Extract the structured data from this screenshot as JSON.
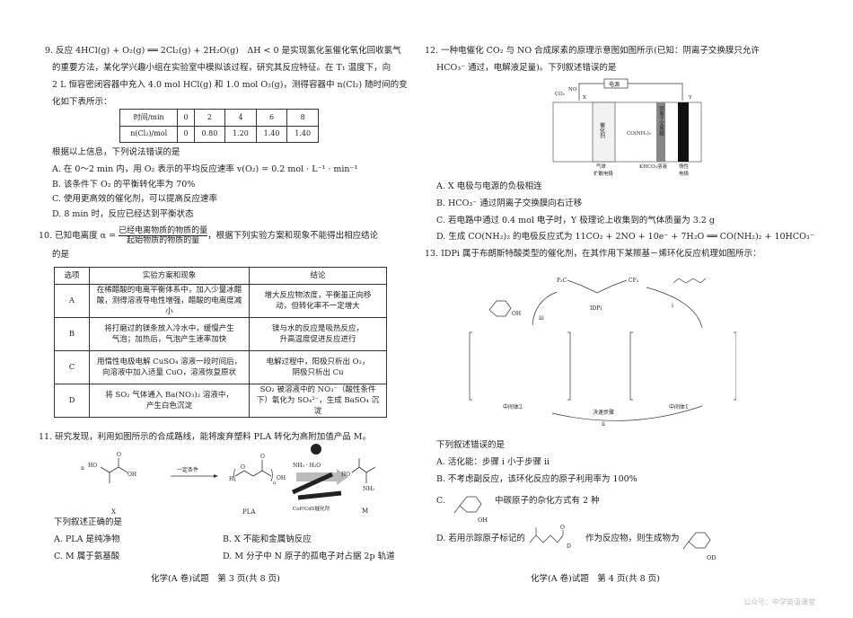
{
  "q9": {
    "lines": [
      "9. 反应 4HCl(g) + O₂(g) ══ 2Cl₂(g) + 2H₂O(g)　ΔH < 0 是实现氯化氢催化氧化回收氯气",
      "的重要方法，某化学兴趣小组在实验室中模拟该过程，研究其反应特征。在 T₁ 温度下，向",
      "2 L 恒容密闭容器中充入 4.0 mol HCl(g) 和 1.0 mol O₂(g)，测得容器中 n(Cl₂) 随时间的变",
      "化如下表所示："
    ],
    "table": {
      "row1": [
        "时间/min",
        "0",
        "2",
        "4",
        "6",
        "8"
      ],
      "row2": [
        "n(Cl₂)/mol",
        "0",
        "0.80",
        "1.20",
        "1.40",
        "1.40"
      ]
    },
    "stem": "根据以上信息，下列说法错误的是",
    "options": [
      "A. 在 0～2 min 内，用 O₂ 表示的平均反应速率 v(O₂) = 0.2 mol · L⁻¹ · min⁻¹",
      "B. 该条件下 O₂ 的平衡转化率为 70%",
      "C. 使用更高效的催化剂，可以提高反应速率",
      "D. 8 min 时，反应已经达到平衡状态"
    ]
  },
  "q10": {
    "prefix": "10. 已知电离度 α =",
    "num": "已经电离物质的物质的量",
    "den": "起始物质的物质的量",
    "suffix": "，根据下列实验方案和现象不能得出相应结论",
    "line2": "的是",
    "headers": [
      "选项",
      "实验方案和现象",
      "结论"
    ],
    "rows": [
      {
        "opt": "A",
        "plan": [
          "在稀醋酸的电离平衡体系中，加入少量冰醋",
          "酸，测得溶液导电性增强，醋酸的电离度减小"
        ],
        "concl": [
          "增大反应物浓度，平衡虽正向移",
          "动，但转化率不一定增大"
        ]
      },
      {
        "opt": "B",
        "plan": [
          "将打磨过的镁条放入冷水中，缓慢产生",
          "气泡；加热后，气泡产生速率加快"
        ],
        "concl": [
          "镁与水的反应是吸热反应，",
          "升高温度促进反应进行"
        ]
      },
      {
        "opt": "C",
        "plan": [
          "用惰性电极电解 CuSO₄ 溶液一段时间后，",
          "向溶液中加入适量 CuO，溶液恢复原状"
        ],
        "concl": [
          "电解过程中，阳极只析出 O₂，",
          "阴极只析出 Cu"
        ]
      },
      {
        "opt": "D",
        "plan": [
          "将 SO₂ 气体通入 Ba(NO₃)₂ 溶液中，",
          "产生白色沉淀"
        ],
        "concl": [
          "SO₂ 被溶液中的 NO₃⁻（酸性条件",
          "下）氧化为 SO₄²⁻，生成 BaSO₄ 沉淀"
        ]
      }
    ]
  },
  "q11": {
    "stem": "11. 研究发现，利用如图所示的合成路线，能将废弃塑料 PLA 转化为高附加值产品 M。",
    "scheme": {
      "n": "n",
      "ho": "HO",
      "oh": "OH",
      "o": "O",
      "cond": "一定条件",
      "h": "H",
      "sub_n": "n",
      "reagent": "NH₃ · H₂O",
      "nh2": "NH₂",
      "catalyst": "CoP/CdS催化剂",
      "labels": [
        "X",
        "PLA",
        "M"
      ]
    },
    "question": "下列叙述正确的是",
    "options": [
      "A. PLA 是纯净物",
      "B. X 不能和金属钠反应",
      "C. M 属于氨基酸",
      "D. M 分子中 N 原子的孤电子对占据 2p 轨道"
    ]
  },
  "footer_left": "化学(A 卷)试题　第 3 页(共 8 页)",
  "q12": {
    "lines": [
      "12. 一种电催化 CO₂ 与 NO 合成尿素的原理示意图如图所示(已知：阴离子交换膜只允许",
      "HCO₃⁻ 通过，电解液足量)。下列叙述错误的是"
    ],
    "diagram": {
      "power": "电源",
      "co2": "CO₂",
      "no": "NO",
      "x": "X",
      "y": "Y",
      "catalyst": "催化剂",
      "urea": "CO(NH₂)₂",
      "membrane": "阴离子交换膜",
      "gde": [
        "气体",
        "扩散电极"
      ],
      "khco3": "KHCO₃溶液",
      "inert": [
        "惰性",
        "电极"
      ]
    },
    "options": [
      "A. X 电极与电源的负极相连",
      "B. HCO₃⁻ 通过阴离子交换膜向右迁移",
      "C. 若电路中通过 0.4 mol 电子时，Y 极理论上收集到的气体质量为 3.2 g",
      "D. 生成 CO(NH₂)₂ 的电极反应式为 11CO₂ + 2NO + 10e⁻ + 7H₂O ══ CO(NH₂)₂ + 10HCO₃⁻"
    ]
  },
  "q13": {
    "stem": "13. IDPi 属于布朗斯特酸类型的催化剂，在其作用下某羰基－烯环化反应机理如图所示：",
    "mech": {
      "idpi": "IDPi",
      "step_i": "i",
      "step_ii": "ii",
      "step_iii": "iii",
      "int1": "中间体1",
      "int2": "中间体2",
      "rds": "决速步骤",
      "oh": "OH",
      "cf3": "CF₃",
      "f3c": "F₃C"
    },
    "question": "下列叙述错误的是",
    "options": [
      "A. 活化能：步骤 i 小于步骤 ii",
      "B. 不考虑副反应，该环化反应的原子利用率为 100%",
      "C.",
      "中碳原子的杂化方式有 2 种",
      "D. 若用示踪原子标记的",
      "作为反应物，则生成物为"
    ],
    "labels": {
      "oh": "OH",
      "od": "OD",
      "o": "O",
      "d": "D"
    }
  },
  "footer_right": "化学(A 卷)试题　第 4 页(共 8 页)",
  "watermark": "公众号：中学英语课堂"
}
